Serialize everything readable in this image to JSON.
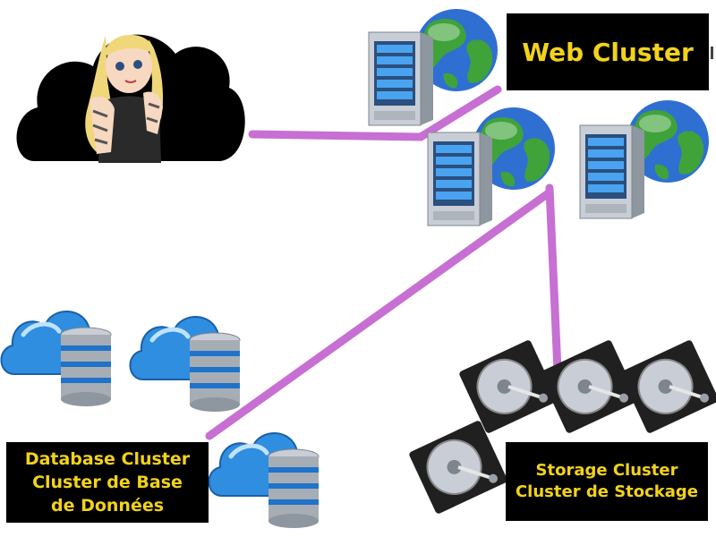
{
  "diagram": {
    "colors": {
      "connector": "#c76fd3",
      "label_background": "#000000",
      "label_text": "#f2d21b",
      "cloud": "#000000",
      "server_body": "#c9ced6",
      "server_panel": "#3f8fd8",
      "globe_ocean": "#2f6fd1",
      "globe_land": "#3fa33a",
      "db_cloud": "#2f8ee0",
      "db_cylinder": "#a7adb5",
      "db_stripe": "#1f73c9",
      "drive_body": "#202020",
      "drive_platter": "#c9ced6"
    },
    "web_cluster": {
      "label": "Web Cluster",
      "icon": "server-globe-icon",
      "server_count": 3
    },
    "database_cluster": {
      "label_lines": [
        "Database Cluster",
        "Cluster de Base",
        "de Données"
      ],
      "icon": "cloud-database-icon",
      "node_count": 3
    },
    "storage_cluster": {
      "label_lines": [
        "Storage Cluster",
        "Cluster de Stockage"
      ],
      "icon": "hard-drive-icon",
      "node_count": 4
    },
    "client": {
      "icon": "cloud-icon",
      "avatar": "illustrated-girl-avatar"
    }
  }
}
